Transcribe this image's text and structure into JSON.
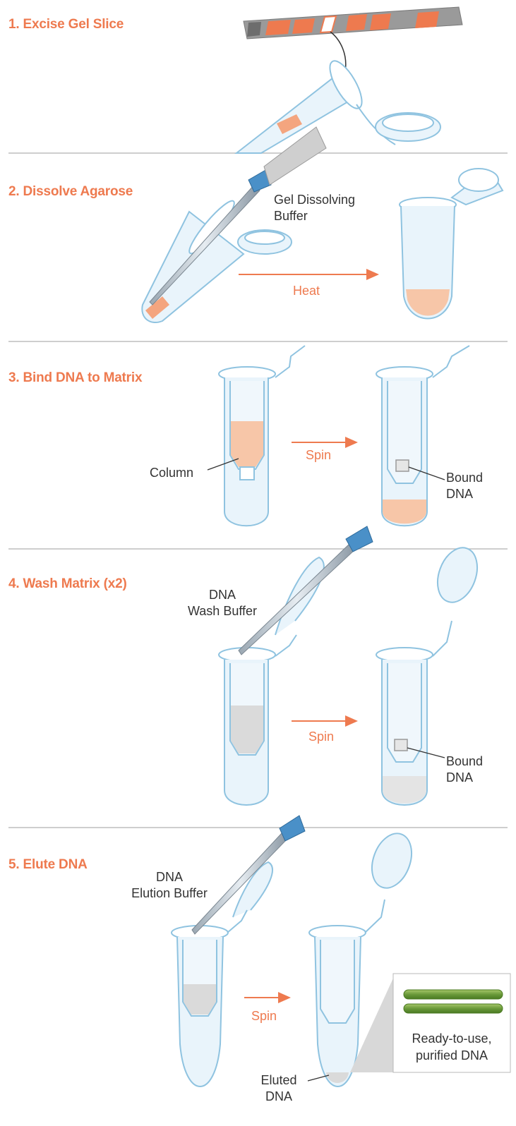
{
  "steps": [
    {
      "title": "1. Excise Gel Slice"
    },
    {
      "title": "2. Dissolve Agarose",
      "reagent_lines": [
        "Gel Dissolving",
        "Buffer"
      ],
      "action": "Heat"
    },
    {
      "title": "3. Bind DNA to Matrix",
      "label_left": "Column",
      "action": "Spin",
      "label_right_lines": [
        "Bound",
        "DNA"
      ]
    },
    {
      "title": "4. Wash Matrix (x2)",
      "reagent_lines": [
        "DNA",
        "Wash Buffer"
      ],
      "action": "Spin",
      "label_right_lines": [
        "Bound",
        "DNA"
      ]
    },
    {
      "title": "5. Elute DNA",
      "reagent_lines": [
        "DNA",
        "Elution Buffer"
      ],
      "action": "Spin",
      "label_bottom_lines": [
        "Eluted",
        "DNA"
      ],
      "callout_lines": [
        "Ready-to-use,",
        "purified DNA"
      ]
    }
  ],
  "colors": {
    "accent": "#ee7a4f",
    "tube_outline": "#8fc3e0",
    "tube_fill": "#e9f4fb",
    "pipette_blue": "#4a90c8",
    "gel_gray": "#9a9a9a",
    "sample_peach": "#f7c6a8",
    "dna_green": "#6a9a3a"
  }
}
